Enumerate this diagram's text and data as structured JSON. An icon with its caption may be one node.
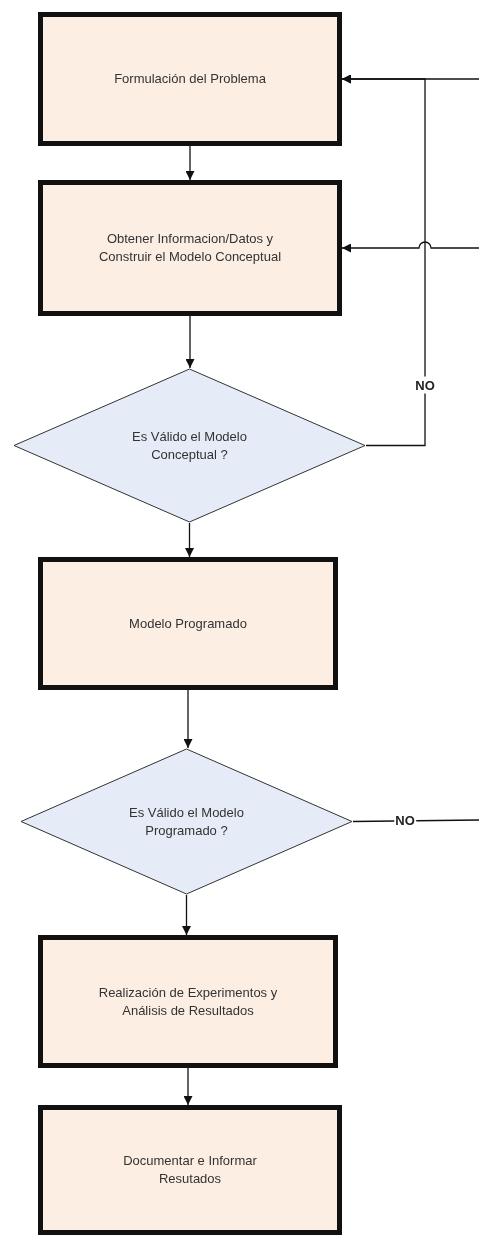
{
  "diagram": {
    "nodes": [
      {
        "text": [
          "Formulación del Problema"
        ]
      },
      {
        "text": [
          "Obtener Informacion/Datos y Construir el Modelo Conceptual"
        ]
      },
      {
        "text": [
          "Es Válido el Modelo Conceptual ?"
        ]
      },
      {
        "text": [
          "Modelo Programado"
        ]
      },
      {
        "text": [
          "Es Válido el Modelo Programado ?"
        ]
      },
      {
        "text": [
          "Realización de Experimentos y Análisis de Resultados"
        ]
      },
      {
        "text": [
          "Documentar e Informar Resutados"
        ]
      }
    ],
    "edges": [
      {
        "from": 0,
        "to": 1,
        "arrow": "to"
      },
      {
        "from": 1,
        "to": 2,
        "arrow": "to"
      },
      {
        "from": 2,
        "to": 3,
        "arrow": "to"
      },
      {
        "from": 3,
        "to": 4,
        "arrow": "to"
      },
      {
        "from": 4,
        "to": 5,
        "arrow": "to"
      },
      {
        "from": 5,
        "to": 6,
        "arrow": "to"
      },
      {
        "from": 2,
        "to": 0,
        "arrow": "to",
        "label": "NO"
      },
      {
        "from": null,
        "to": 0,
        "arrow": "to"
      },
      {
        "from": null,
        "to": 1,
        "arrow": "to"
      },
      {
        "from": 4,
        "to": null,
        "arrow": "none",
        "label": "NO"
      }
    ]
  }
}
